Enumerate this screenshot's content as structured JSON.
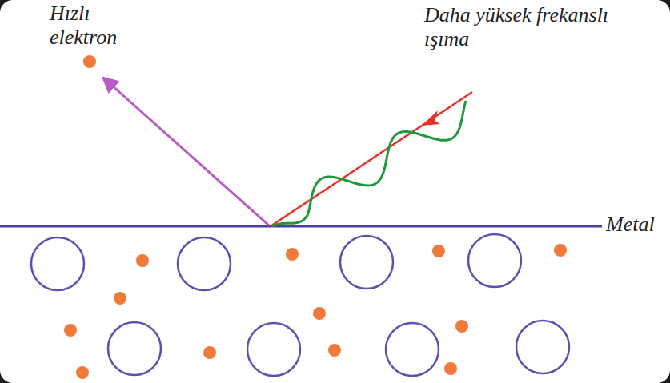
{
  "diagram": {
    "labels": [
      "Hızlı elektron",
      "Daha yüksek frekanslı ışıma",
      "Metal"
    ]
  }
}
